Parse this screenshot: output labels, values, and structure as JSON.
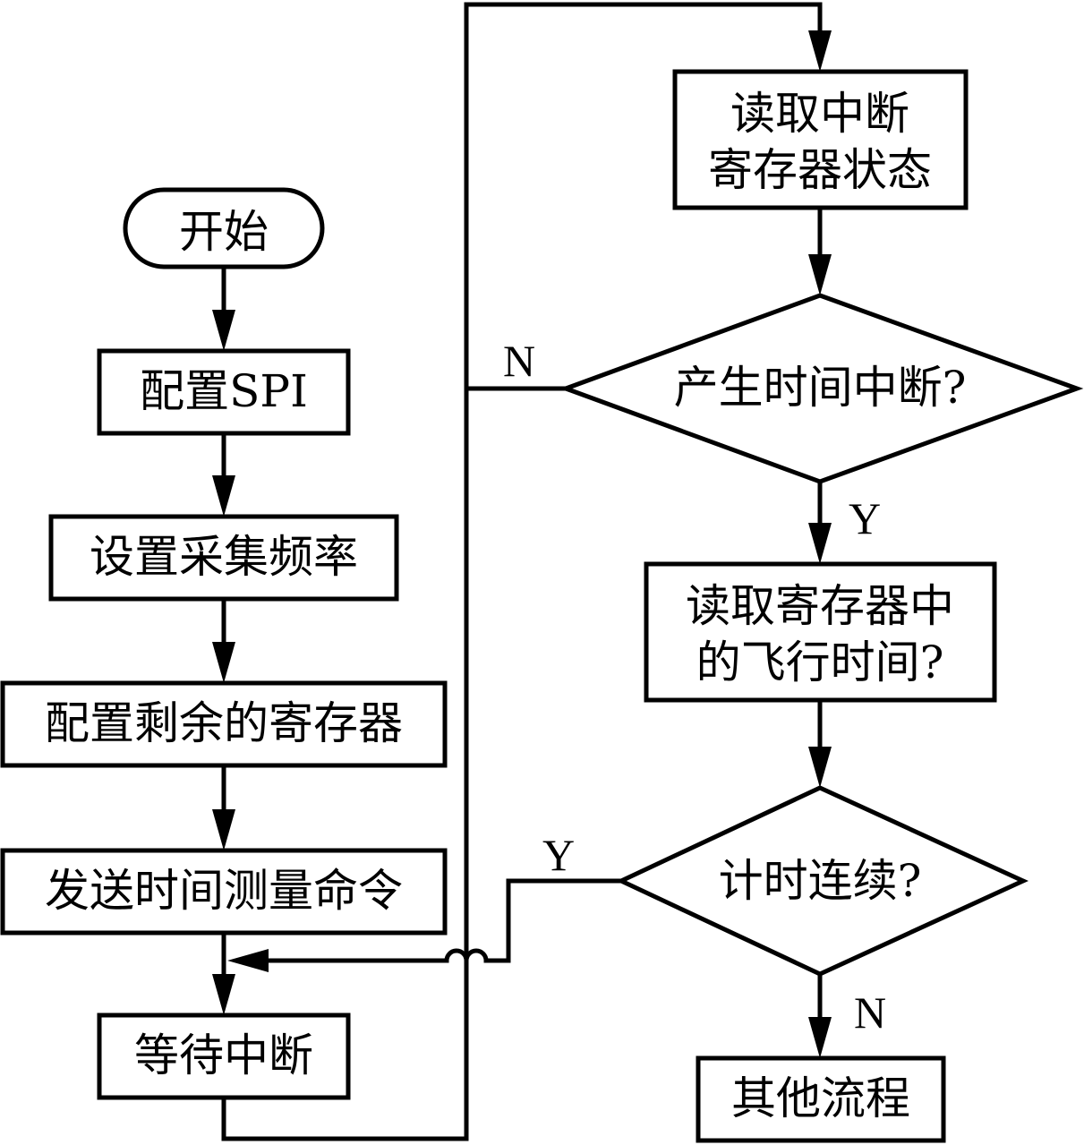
{
  "nodes": {
    "start": "开始",
    "config_spi": "配置SPI",
    "set_freq": "设置采集频率",
    "config_regs": "配置剩余的寄存器",
    "send_cmd": "发送时间测量命令",
    "wait_int": "等待中断",
    "read_status_1": "读取中断",
    "read_status_2": "寄存器状态",
    "decision_time_int": "产生时间中断?",
    "read_tof_1": "读取寄存器中",
    "read_tof_2": "的飞行时间?",
    "decision_continuous": "计时连续?",
    "other_flow": "其他流程"
  },
  "edges": {
    "time_int_no": "N",
    "time_int_yes": "Y",
    "continuous_yes": "Y",
    "continuous_no": "N"
  }
}
